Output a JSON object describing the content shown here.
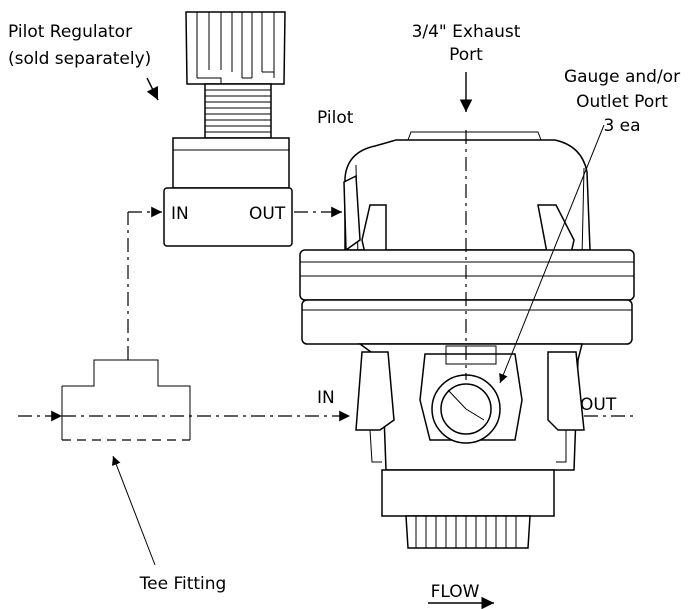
{
  "labels": {
    "pilot_regulator_line1": "Pilot Regulator",
    "pilot_regulator_line2": "(sold separately)",
    "exhaust_line1": "3/4\" Exhaust",
    "exhaust_line2": "Port",
    "gauge_line1": "Gauge and/or",
    "gauge_line2": "Outlet Port",
    "gauge_line3": "3 ea",
    "pilot": "Pilot",
    "reg_in": "IN",
    "reg_out": "OUT",
    "valve_in": "IN",
    "valve_out": "OUT",
    "tee_fitting": "Tee Fitting",
    "flow": "FLOW"
  }
}
